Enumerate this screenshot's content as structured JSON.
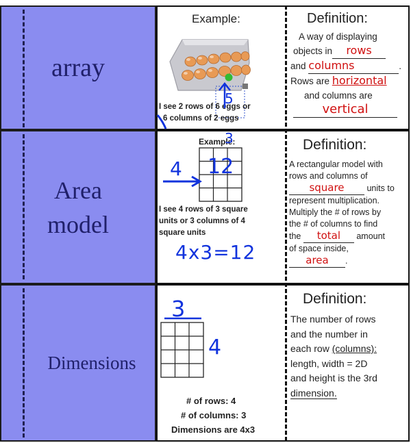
{
  "rows": [
    {
      "term": "array",
      "example": {
        "heading": "Example:",
        "caption_line1": "I see 2 rows of 6 eggs or",
        "caption_line2": "6 columns of 2 eggs",
        "ink_note": "5"
      },
      "definition": {
        "heading": "Definition:",
        "line1": "A way of displaying",
        "line2_pre": "objects in",
        "answer_rows": "rows",
        "line3_pre": "and ",
        "answer_columns": "columns",
        "line4_pre": "Rows are ",
        "answer_horizontal": "horizontal",
        "line5": "and columns are",
        "answer_vertical": "vertical"
      }
    },
    {
      "term_line1": "Area",
      "term_line2": "model",
      "example": {
        "heading": "Example:",
        "caption_line1": "I see 4 rows of 3 square",
        "caption_line2": "units or 3 columns of 4",
        "caption_line3": "square units",
        "ink_rows": "4",
        "ink_product": "12",
        "ink_equation": "4x3=12",
        "ink_top": "3"
      },
      "definition": {
        "heading": "Definition:",
        "line1": "A rectangular model with",
        "line2": "rows and columns of",
        "answer_square": "square",
        "line3_post": " units to",
        "line4": "represent multiplication.",
        "line5": "Multiply the # of rows by",
        "line6": "the # of columns to find",
        "line7_pre": "the ",
        "answer_total": "total",
        "line7_post": " amount",
        "line8": "of space inside,",
        "answer_area": "area"
      }
    },
    {
      "term": "Dimensions",
      "example": {
        "ink_columns": "3",
        "ink_rows": "4",
        "caption_line1": "# of rows: 4",
        "caption_line2": "# of columns: 3",
        "caption_line3": "Dimensions are 4x3"
      },
      "definition": {
        "heading": "Definition:",
        "line1": "The number of rows",
        "line2": "and the number in",
        "line3_pre": "each row ",
        "line3_underlined": "(columns):",
        "line4": "length, width = 2D",
        "line5": "and  height is the 3rd",
        "line6": "dimension."
      }
    }
  ],
  "colors": {
    "term_fill": "#8a8cf0",
    "answer": "#d01010",
    "ink": "#1133dd"
  }
}
